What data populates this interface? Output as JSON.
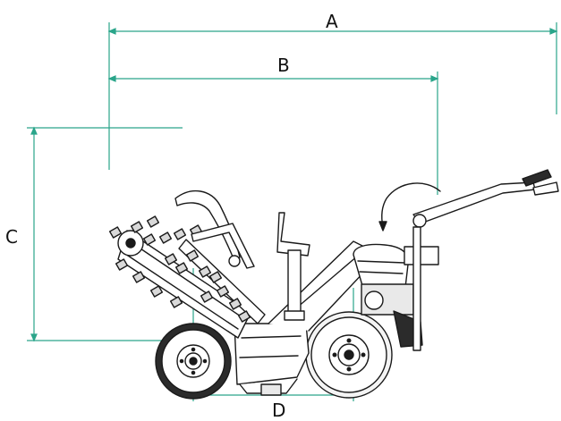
{
  "labels": {
    "a": "A",
    "b": "B",
    "c": "C",
    "d": "D"
  },
  "colors": {
    "dimension": "#2aa58a",
    "outline": "#1a1a1a",
    "fill": "#ffffff",
    "shade": "#e9e9e9"
  },
  "parts": [
    "digging-chain",
    "chain-teeth",
    "boom-guard",
    "seat-post",
    "engine",
    "handlebar",
    "front-wheel",
    "rear-wheel",
    "chassis",
    "rotation-arrow"
  ]
}
